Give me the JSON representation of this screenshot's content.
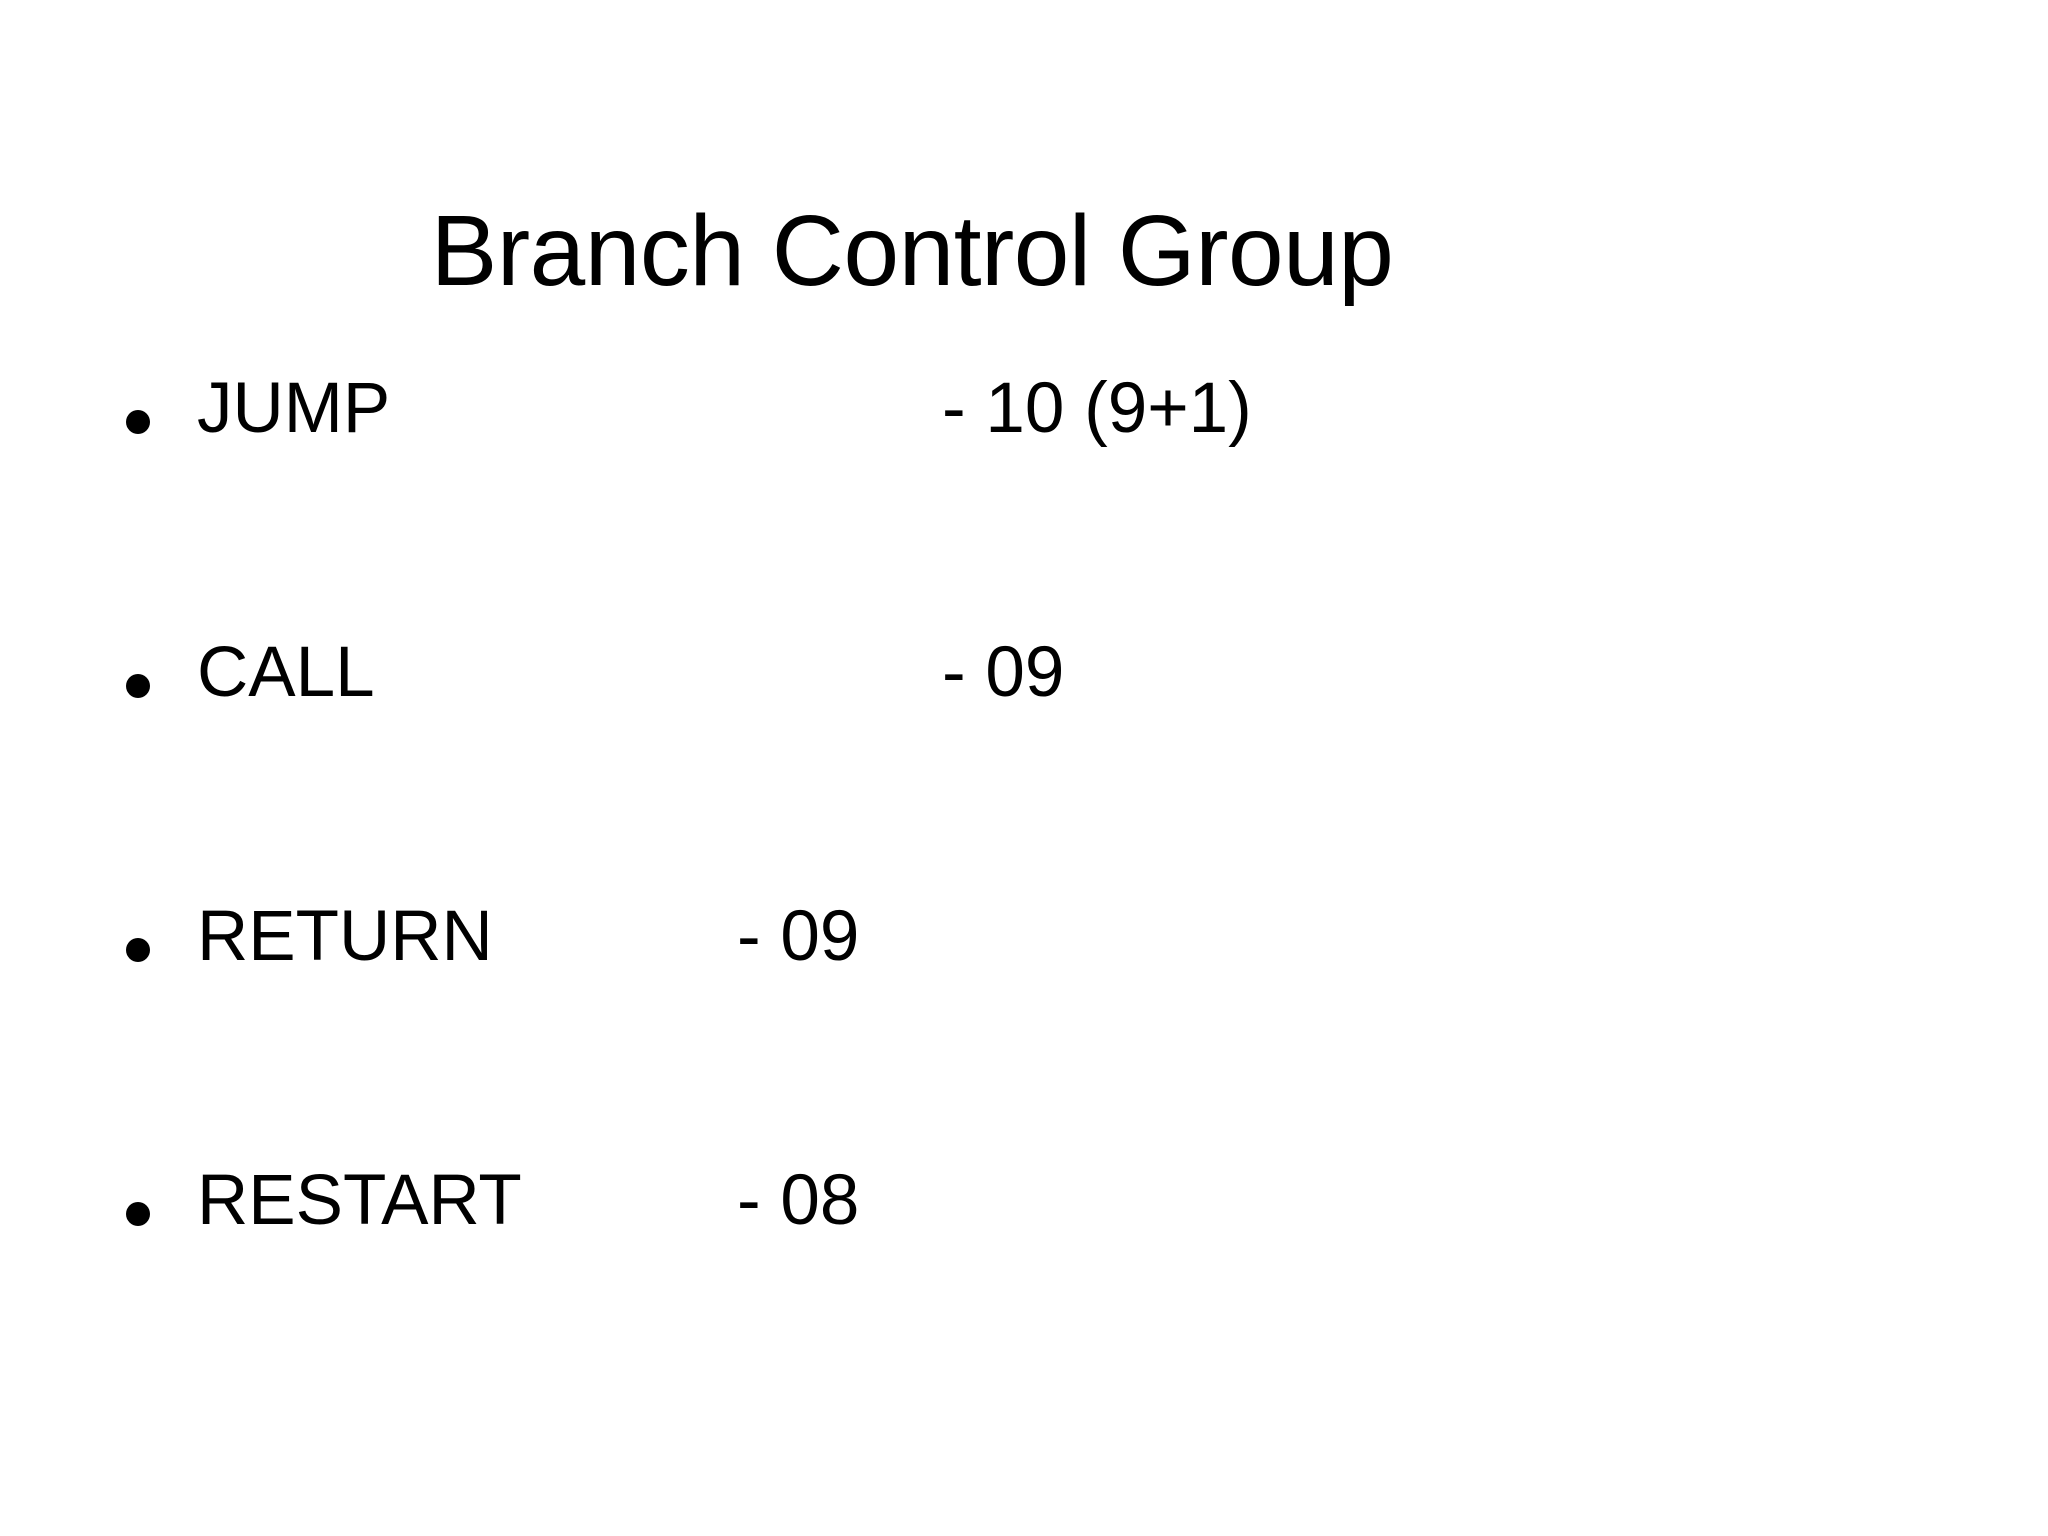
{
  "slide": {
    "title": "Branch Control Group",
    "background_color": "#ffffff",
    "text_color": "#000000",
    "bullet_marker": "bullet-dot"
  },
  "bullets": [
    {
      "label": "JUMP",
      "value": "- 10 (9+1)",
      "value_column": "far"
    },
    {
      "label": "CALL",
      "value": "- 09",
      "value_column": "far"
    },
    {
      "label": "RETURN",
      "value": "- 09",
      "value_column": "near"
    },
    {
      "label": "RESTART",
      "value": "- 08",
      "value_column": "near"
    }
  ]
}
